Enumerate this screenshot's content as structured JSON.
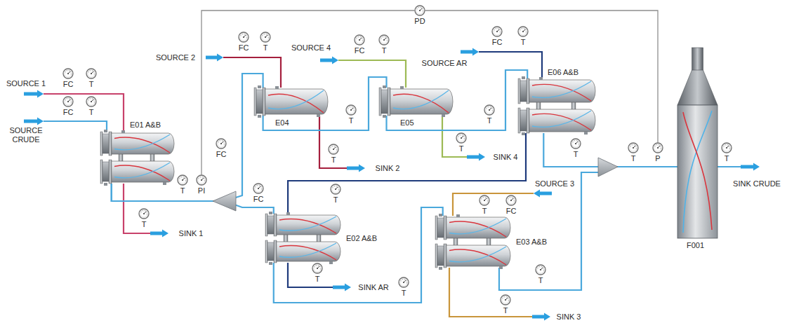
{
  "diagram": {
    "nodes": [
      {
        "text": [
          "E01 A&B"
        ]
      },
      {
        "text": [
          "E04"
        ]
      },
      {
        "text": [
          "E05"
        ]
      },
      {
        "text": [
          "E06 A&B"
        ]
      },
      {
        "text": [
          "E02 A&B"
        ]
      },
      {
        "text": [
          "E03 A&B"
        ]
      },
      {
        "text": [
          "F001"
        ]
      }
    ],
    "edges": [
      {
        "from": 0,
        "to": 1,
        "arrow": "none"
      },
      {
        "from": 0,
        "to": 4,
        "arrow": "none"
      },
      {
        "from": 1,
        "to": 2,
        "arrow": "none"
      },
      {
        "from": 2,
        "to": 3,
        "arrow": "none"
      },
      {
        "from": 3,
        "to": 6,
        "arrow": "none"
      },
      {
        "from": 3,
        "to": 4,
        "arrow": "none"
      },
      {
        "from": 4,
        "to": 5,
        "arrow": "none"
      },
      {
        "from": 5,
        "to": 6,
        "arrow": "none"
      }
    ],
    "labels": [
      "SOURCE 1",
      "FC",
      "T",
      "SOURCE CRUDE",
      "FC",
      "T",
      "SOURCE 2",
      "FC",
      "T",
      "SOURCE 4",
      "FC",
      "T",
      "SOURCE AR",
      "FC",
      "T",
      "PD",
      "FC",
      "T",
      "PI",
      "SINK 1",
      "T",
      "T",
      "T",
      "SINK 2",
      "T",
      "T",
      "SINK 4",
      "T",
      "T",
      "FC",
      "SINK AR",
      "T",
      "T",
      "SOURCE 3",
      "T",
      "FC",
      "T",
      "SINK 3",
      "T",
      "T",
      "P",
      "T",
      "SINK CRUDE"
    ]
  }
}
